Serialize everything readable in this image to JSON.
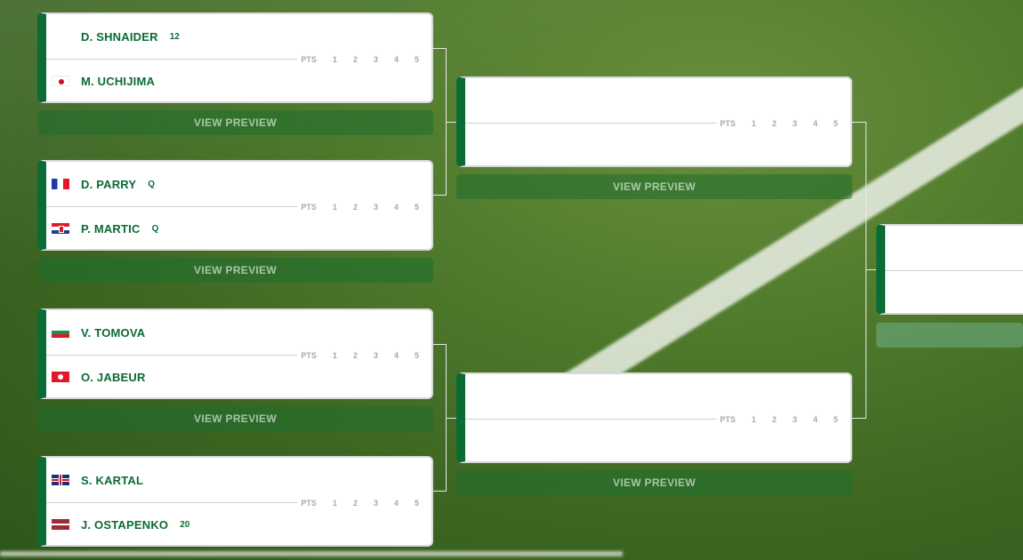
{
  "colors": {
    "accent": "#0b6b35",
    "score_header": "#a8a8a8"
  },
  "score_header": [
    "PTS",
    "1",
    "2",
    "3",
    "4",
    "5"
  ],
  "preview_label": "VIEW PREVIEW",
  "round1": [
    {
      "top": {
        "name": "D. SHNAIDER",
        "seed": "12",
        "flag": "none"
      },
      "bottom": {
        "name": "M. UCHIJIMA",
        "seed": "",
        "flag": "japan-flag"
      }
    },
    {
      "top": {
        "name": "D. PARRY",
        "seed": "Q",
        "flag": "france-flag"
      },
      "bottom": {
        "name": "P. MARTIC",
        "seed": "Q",
        "flag": "croatia-flag"
      }
    },
    {
      "top": {
        "name": "V. TOMOVA",
        "seed": "",
        "flag": "bulgaria-flag"
      },
      "bottom": {
        "name": "O. JABEUR",
        "seed": "",
        "flag": "tunisia-flag"
      }
    },
    {
      "top": {
        "name": "S. KARTAL",
        "seed": "",
        "flag": "great-britain-flag"
      },
      "bottom": {
        "name": "J. OSTAPENKO",
        "seed": "20",
        "flag": "latvia-flag"
      }
    }
  ]
}
